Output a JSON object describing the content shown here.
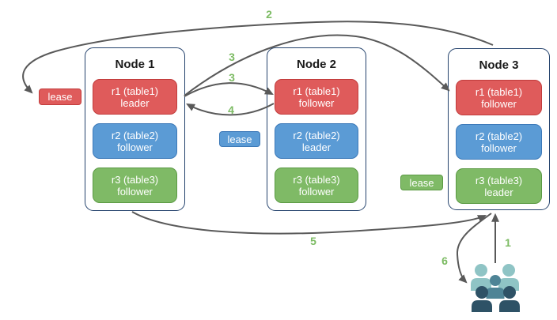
{
  "diagram": {
    "nodes": [
      {
        "title": "Node 1",
        "replicas": [
          {
            "name": "r1 (table1)",
            "role": "leader",
            "color": "red"
          },
          {
            "name": "r2 (table2)",
            "role": "follower",
            "color": "blue"
          },
          {
            "name": "r3 (table3)",
            "role": "follower",
            "color": "green"
          }
        ]
      },
      {
        "title": "Node 2",
        "replicas": [
          {
            "name": "r1 (table1)",
            "role": "follower",
            "color": "red"
          },
          {
            "name": "r2 (table2)",
            "role": "leader",
            "color": "blue"
          },
          {
            "name": "r3 (table3)",
            "role": "follower",
            "color": "green"
          }
        ]
      },
      {
        "title": "Node 3",
        "replicas": [
          {
            "name": "r1 (table1)",
            "role": "follower",
            "color": "red"
          },
          {
            "name": "r2 (table2)",
            "role": "follower",
            "color": "blue"
          },
          {
            "name": "r3 (table3)",
            "role": "leader",
            "color": "green"
          }
        ]
      }
    ],
    "leases": [
      {
        "label": "lease",
        "color": "red"
      },
      {
        "label": "lease",
        "color": "blue"
      },
      {
        "label": "lease",
        "color": "green"
      }
    ],
    "steps": [
      {
        "text": "1"
      },
      {
        "text": "2"
      },
      {
        "text": "3"
      },
      {
        "text": "3"
      },
      {
        "text": "4"
      },
      {
        "text": "5"
      },
      {
        "text": "6"
      }
    ],
    "icons": {
      "users": "users-group-icon"
    }
  },
  "colors": {
    "background": "#ffffff",
    "red_fill": "#df5b5b",
    "red_border": "#c13c3c",
    "blue_fill": "#5b9bd5",
    "blue_border": "#3c79b8",
    "green_fill": "#7fba66",
    "green_border": "#5b9a44",
    "node_border": "#25436d",
    "node_title": "#1a1a1a",
    "arrow": "#595959",
    "step_label": "#7cbb63",
    "users_light": "#8fc4c5",
    "users_mid": "#4e8496",
    "users_dark": "#2e5266"
  }
}
